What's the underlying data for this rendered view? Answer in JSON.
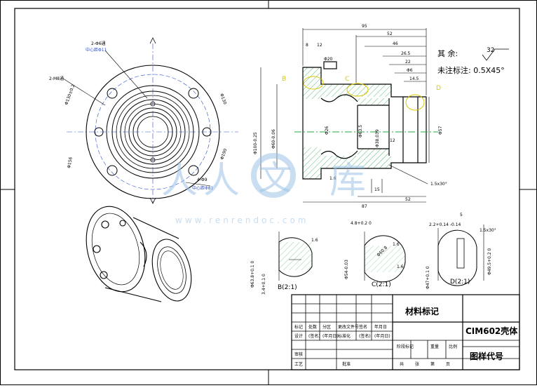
{
  "drawing": {
    "remarks": {
      "rest_label": "其  余:",
      "rest_value": "32",
      "chamfer_note": "未注标注: 0.5X45°"
    },
    "front_view": {
      "labels": [
        "2-Φ6通",
        "中心距Φ11",
        "2-M8通",
        "Φ130±0.2",
        "4-Φ9",
        "中心距Φ81",
        "Φ130",
        "Φ156",
        "Φ190"
      ]
    },
    "section_view": {
      "dims_top": [
        "95",
        "52",
        "46",
        "26.5",
        "22",
        "Φ6",
        "14.5",
        "8",
        "12",
        "Φ20"
      ],
      "dims_side": [
        "Φ100-0.25",
        "Φ60-0.06",
        "Φ26",
        "Φ63.5",
        "Φ38.039",
        "Φ57",
        "12",
        "15"
      ],
      "dims_bottom": [
        "87",
        "52",
        "1.6",
        "1.5x30°"
      ],
      "callouts": [
        "B",
        "C",
        "D"
      ]
    },
    "details": [
      {
        "label": "B(2:1)",
        "dims": [
          "1.6",
          "3.4+0.1 0",
          "Φ63.8+0.1 0"
        ]
      },
      {
        "label": "C(2:1)",
        "dims": [
          "4.8+0.2 0",
          "1.6",
          "Φ54-0.03",
          "Φ60.8",
          "1.6"
        ]
      },
      {
        "label": "D(2:1)",
        "dims": [
          "2.2+0.14 -0.14",
          "5",
          "1.5x30°",
          "Φ47+0.1 0",
          "Φ49.5+0.2 0"
        ]
      }
    ],
    "watermark": {
      "chars": [
        "人",
        "人",
        "文",
        "库"
      ],
      "url": "www.renrendoc.com"
    }
  },
  "title_block": {
    "material_mark": "材料标记",
    "part_name": "CIM602壳体",
    "drawing_code": "图样代号",
    "row_headers": [
      "标记",
      "处数",
      "分区",
      "更改文件号",
      "签名",
      "年月日"
    ],
    "design_row": [
      "设计",
      "(签名)",
      "(年月日)",
      "标准化",
      "(签名)",
      "(年月日)"
    ],
    "stage_headers": [
      "阶段标记",
      "重量",
      "比例"
    ],
    "review": "审核",
    "craft": "工艺",
    "approve": "批准",
    "sheet_info": [
      "共",
      "张",
      "第",
      "页"
    ]
  }
}
